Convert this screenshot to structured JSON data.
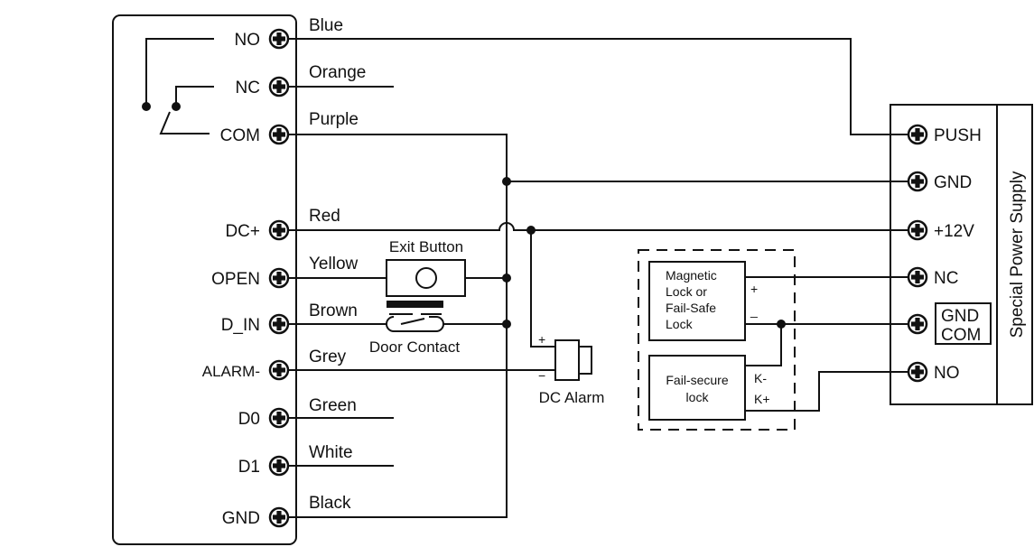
{
  "controller": {
    "terminals": [
      {
        "label": "NO",
        "wire": "Blue"
      },
      {
        "label": "NC",
        "wire": "Orange"
      },
      {
        "label": "COM",
        "wire": "Purple"
      },
      {
        "label": "DC+",
        "wire": "Red"
      },
      {
        "label": "OPEN",
        "wire": "Yellow"
      },
      {
        "label": "D_IN",
        "wire": "Brown"
      },
      {
        "label": "ALARM-",
        "wire": "Grey"
      },
      {
        "label": "D0",
        "wire": "Green"
      },
      {
        "label": "D1",
        "wire": "White"
      },
      {
        "label": "GND",
        "wire": "Black"
      }
    ]
  },
  "components": {
    "exit_button": "Exit Button",
    "door_contact": "Door Contact",
    "dc_alarm": "DC Alarm",
    "alarm_plus": "+",
    "alarm_minus": "−",
    "maglock_line1": "Magnetic",
    "maglock_line2": "Lock or",
    "maglock_line3": "Fail-Safe",
    "maglock_line4": "Lock",
    "maglock_plus": "+",
    "maglock_minus": "_",
    "failsecure_line1": "Fail-secure",
    "failsecure_line2": "lock",
    "failsecure_kminus": "K-",
    "failsecure_kplus": "K+"
  },
  "power_supply": {
    "title": "Special Power Supply",
    "terminals": [
      "PUSH",
      "GND",
      "+12V",
      "NC",
      "GND",
      "COM",
      "NO"
    ]
  },
  "colors": {
    "line": "#111111",
    "background": "#ffffff"
  }
}
